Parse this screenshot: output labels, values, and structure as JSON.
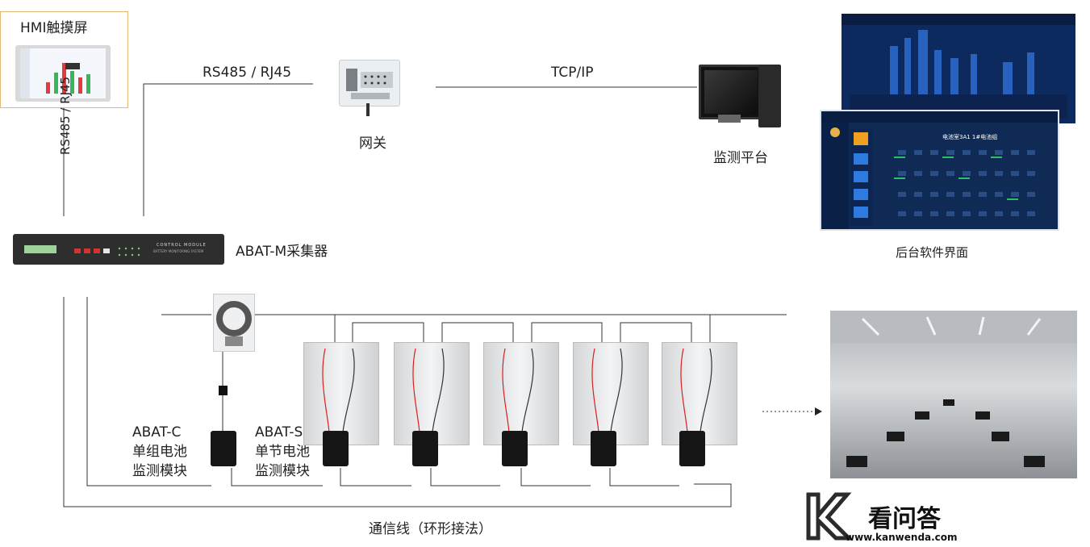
{
  "labels": {
    "hmi": "HMI触摸屏",
    "rs485_top": "RS485 / RJ45",
    "rs485_side": "RS485 / RJ45",
    "tcpip": "TCP/IP",
    "gateway": "网关",
    "platform": "监测平台",
    "software": "后台软件界面",
    "collector": "ABAT-M采集器",
    "abat_c_1": "ABAT-C",
    "abat_c_2": "单组电池",
    "abat_c_3": "监测模块",
    "abat_s_1": "ABAT-S",
    "abat_s_2": "单节电池",
    "abat_s_3": "监测模块",
    "comm_line": "通信线（环形接法）"
  },
  "collector_panel": {
    "title": "CONTROL MODULE",
    "subtitle": "BATTERY MONITORING SYSTEM"
  },
  "software_screen": {
    "front_title": "电池室3A1  1#电池组"
  },
  "watermark": {
    "brand": "看问答",
    "url": "www.kanwenda.com"
  },
  "colors": {
    "line": "#333333",
    "battery_red": "#d62020",
    "screen_blue": "#0f2a55",
    "hmi_border": "#e7b77a"
  },
  "icons": [
    "hmi-icon",
    "gateway-icon",
    "computer-icon",
    "collector-icon",
    "battery-icon",
    "ct-sensor-icon",
    "module-icon",
    "arrow-right-icon"
  ]
}
